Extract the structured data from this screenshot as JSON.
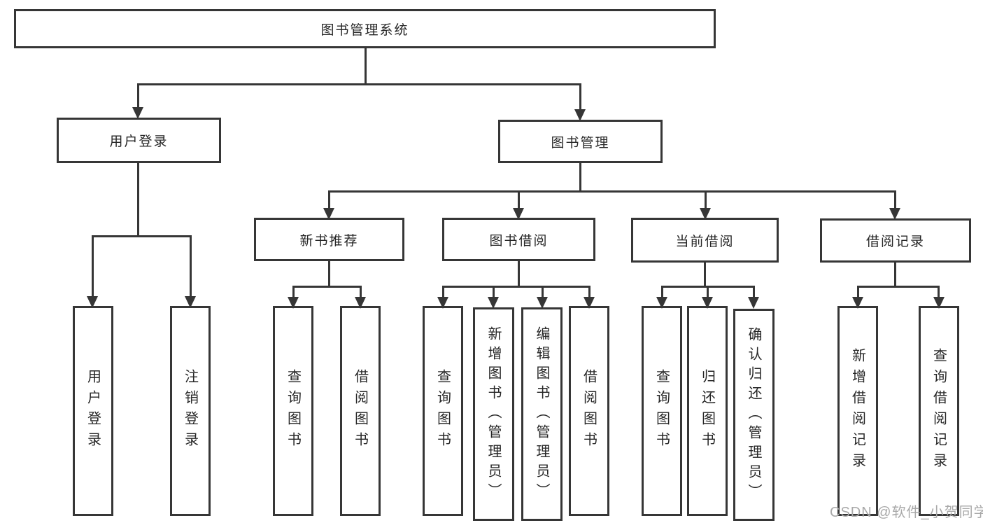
{
  "diagram": {
    "root": {
      "label": "图书管理系统"
    },
    "branches": [
      {
        "label": "用户登录",
        "leaves": [
          {
            "label": "用户登录"
          },
          {
            "label": "注销登录"
          }
        ]
      },
      {
        "label": "图书管理",
        "sections": [
          {
            "label": "新书推荐",
            "leaves": [
              {
                "label": "查询图书"
              },
              {
                "label": "借阅图书"
              }
            ]
          },
          {
            "label": "图书借阅",
            "leaves": [
              {
                "label": "查询图书"
              },
              {
                "label": "新增图书（管理员）"
              },
              {
                "label": "编辑图书（管理员）"
              },
              {
                "label": "借阅图书"
              }
            ]
          },
          {
            "label": "当前借阅",
            "leaves": [
              {
                "label": "查询图书"
              },
              {
                "label": "归还图书"
              },
              {
                "label": "确认归还（管理员）"
              }
            ]
          },
          {
            "label": "借阅记录",
            "leaves": [
              {
                "label": "新增借阅记录"
              },
              {
                "label": "查询借阅记录"
              }
            ]
          }
        ]
      }
    ]
  },
  "watermark": {
    "text": "CSDN @软件_小贺同学"
  },
  "colors": {
    "line": "#363636",
    "text": "#262626",
    "watermark": "#a9a9a9",
    "background": "#ffffff"
  }
}
